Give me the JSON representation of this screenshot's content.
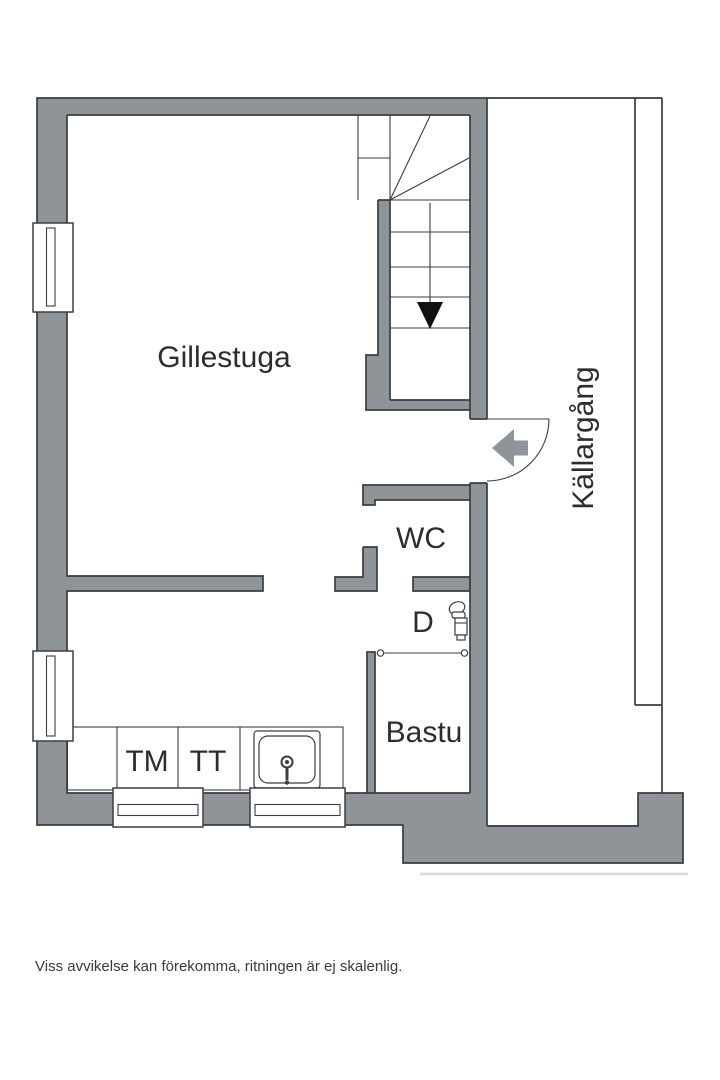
{
  "floorplan": {
    "rooms": {
      "gillestuga": "Gillestuga",
      "kallargang": "Källargång",
      "wc": "WC",
      "dusch": "D",
      "bastu": "Bastu"
    },
    "appliances": {
      "washing_machine": "TM",
      "tumble_dryer": "TT"
    },
    "disclaimer": "Viss avvikelse kan förekomma, ritningen är ej skalenlig.",
    "colors": {
      "wall": "#8F9499",
      "outline": "#3A3D40",
      "text": "#2D2D2D",
      "background": "#FFFFFF"
    }
  }
}
